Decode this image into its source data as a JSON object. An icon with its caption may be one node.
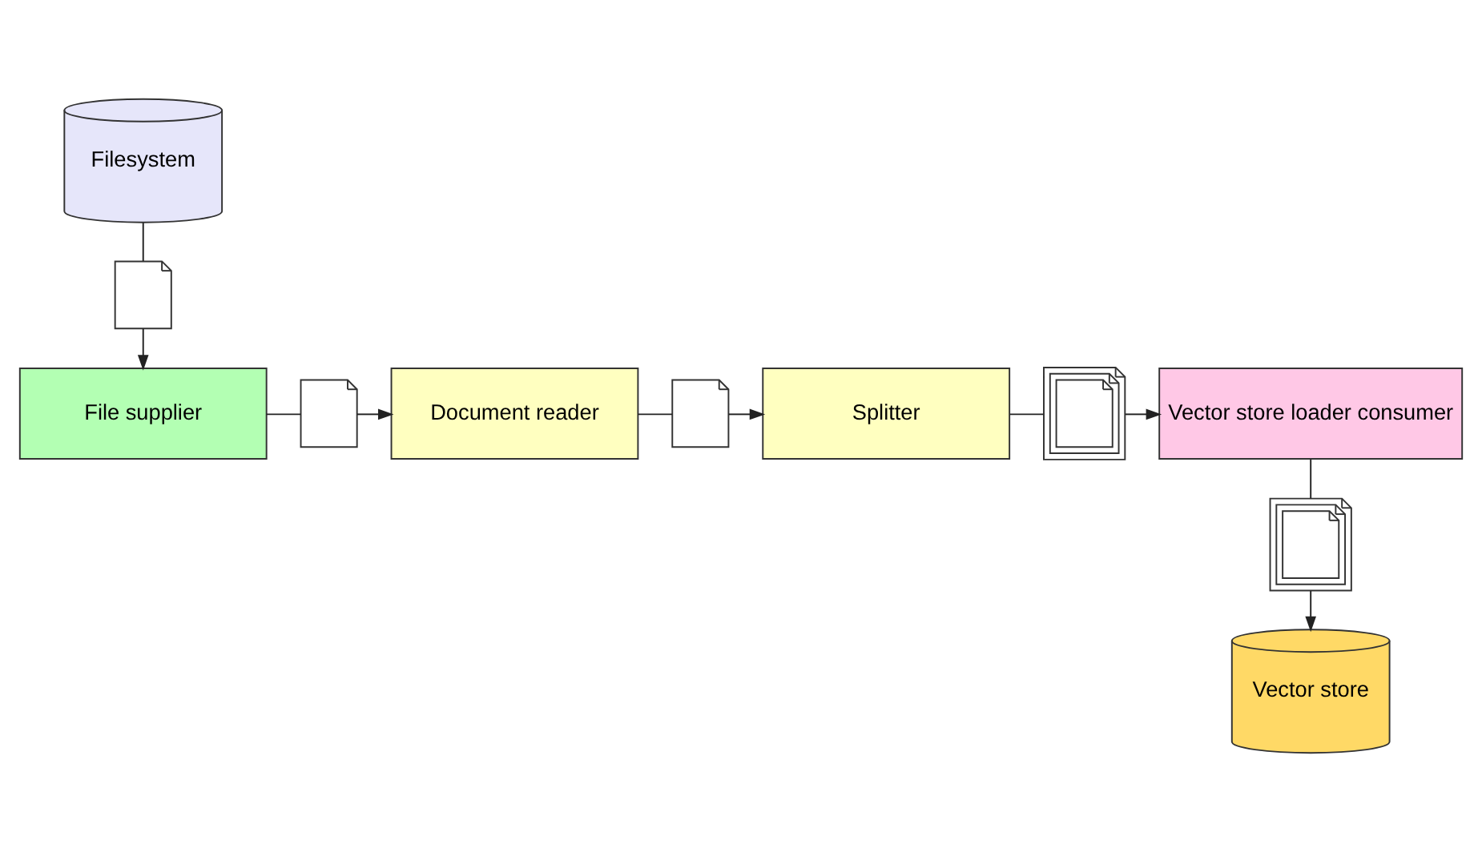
{
  "diagram": {
    "nodes": [
      {
        "text": [
          "Filesystem"
        ]
      },
      {
        "text": [],
        "shape": "document"
      },
      {
        "text": [
          "File supplier"
        ]
      },
      {
        "text": [],
        "shape": "document"
      },
      {
        "text": [
          "Document reader"
        ]
      },
      {
        "text": [],
        "shape": "document"
      },
      {
        "text": [
          "Splitter"
        ]
      },
      {
        "text": [],
        "shape": "documents"
      },
      {
        "text": [
          "Vector store loader consumer"
        ]
      },
      {
        "text": [],
        "shape": "documents"
      },
      {
        "text": [
          "Vector store"
        ]
      }
    ],
    "edges": [
      {
        "from": 0,
        "to": 1,
        "arrow": "none"
      },
      {
        "from": 1,
        "to": 2,
        "arrow": "to"
      },
      {
        "from": 2,
        "to": 3,
        "arrow": "none"
      },
      {
        "from": 3,
        "to": 4,
        "arrow": "to"
      },
      {
        "from": 4,
        "to": 5,
        "arrow": "none"
      },
      {
        "from": 5,
        "to": 6,
        "arrow": "to"
      },
      {
        "from": 6,
        "to": 7,
        "arrow": "none"
      },
      {
        "from": 7,
        "to": 8,
        "arrow": "to"
      },
      {
        "from": 8,
        "to": 9,
        "arrow": "none"
      },
      {
        "from": 9,
        "to": 10,
        "arrow": "to"
      }
    ]
  }
}
